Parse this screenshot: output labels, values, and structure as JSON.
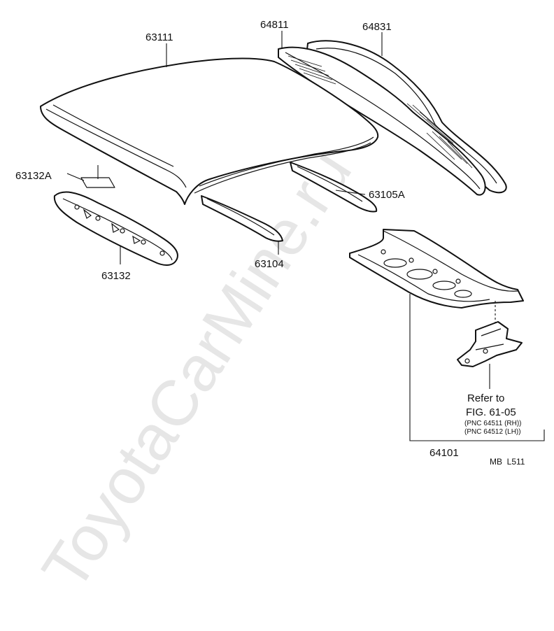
{
  "watermark": "ToyotaCarMine.ru",
  "parts": {
    "roof_panel": "63111",
    "roof_bow": "64811",
    "back_window_frame": "64831",
    "roof_patch": "63132A",
    "front_header_panel": "63132",
    "roof_rail_inner": "63104",
    "roof_rail_rear": "63105A",
    "package_tray": "64101"
  },
  "reference": {
    "line1": "Refer to",
    "line2": "FIG. 61-05",
    "line3": "(PNC 64511 (RH))",
    "line4": "(PNC 64512 (LH))"
  },
  "diagram_code": "MB  L511"
}
